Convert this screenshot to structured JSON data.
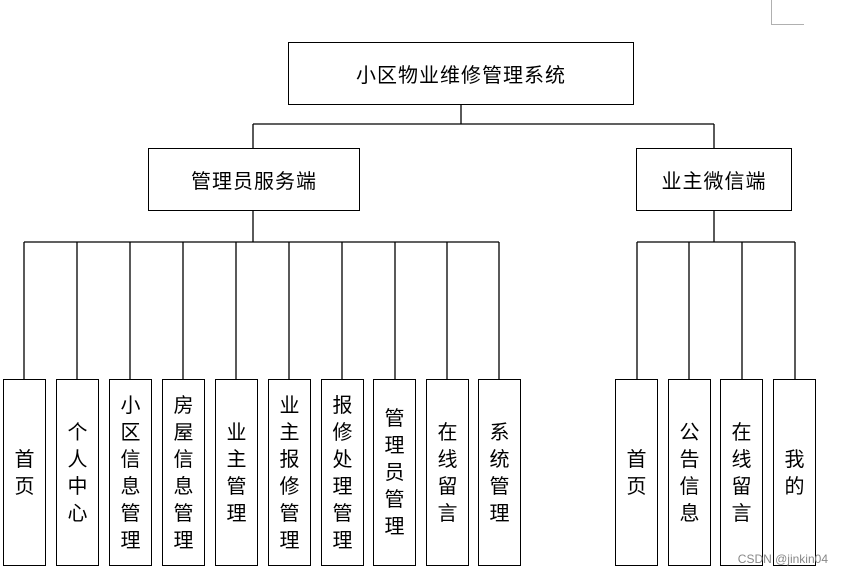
{
  "root": {
    "label": "小区物业维修管理系统"
  },
  "admin": {
    "label": "管理员服务端",
    "children": [
      "首页",
      "个人中心",
      "小区信息管理",
      "房屋信息管理",
      "业主管理",
      "业主报修管理",
      "报修处理管理",
      "管理员管理",
      "在线留言",
      "系统管理"
    ]
  },
  "owner": {
    "label": "业主微信端",
    "children": [
      "首页",
      "公告信息",
      "在线留言",
      "我的"
    ]
  },
  "watermark": "CSDN @jinkin04"
}
